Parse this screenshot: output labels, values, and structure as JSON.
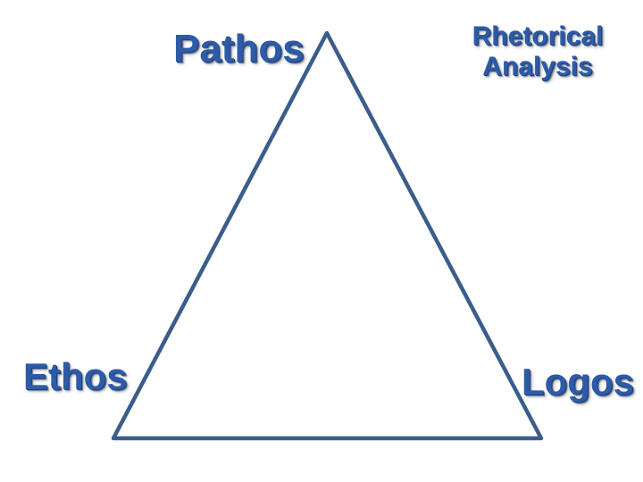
{
  "title": {
    "line1": "Rhetorical",
    "line2": "Analysis"
  },
  "vertices": {
    "top": "Pathos",
    "bottom_left": "Ethos",
    "bottom_right": "Logos"
  },
  "colors": {
    "text": "#2e5ba8",
    "triangle_stroke": "#3a5d8c",
    "background": "#ffffff"
  }
}
